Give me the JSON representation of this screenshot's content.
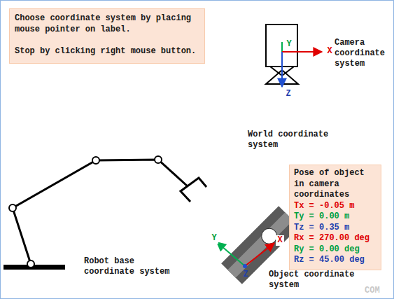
{
  "diagram": {
    "nodes": [
      {
        "text": [
          "Choose coordinate system by placing mouse pointer on label.",
          "Stop by clicking right mouse button."
        ]
      },
      {
        "text": [
          "Pose of object in camera coordinates",
          "Tx = -0.05 m",
          "Ty = 0.00 m",
          "Tz = 0.35 m",
          "Rx = 270.00 deg",
          "Ry = 0.00 deg",
          "Rz = 45.00 deg"
        ]
      }
    ],
    "labels": [
      "Y",
      "X",
      "Camera coordinate system",
      "Z",
      "World coordinate system",
      "Robot base coordinate system",
      "Y",
      "X",
      "Z",
      "Object coordinate system",
      "COM"
    ]
  }
}
